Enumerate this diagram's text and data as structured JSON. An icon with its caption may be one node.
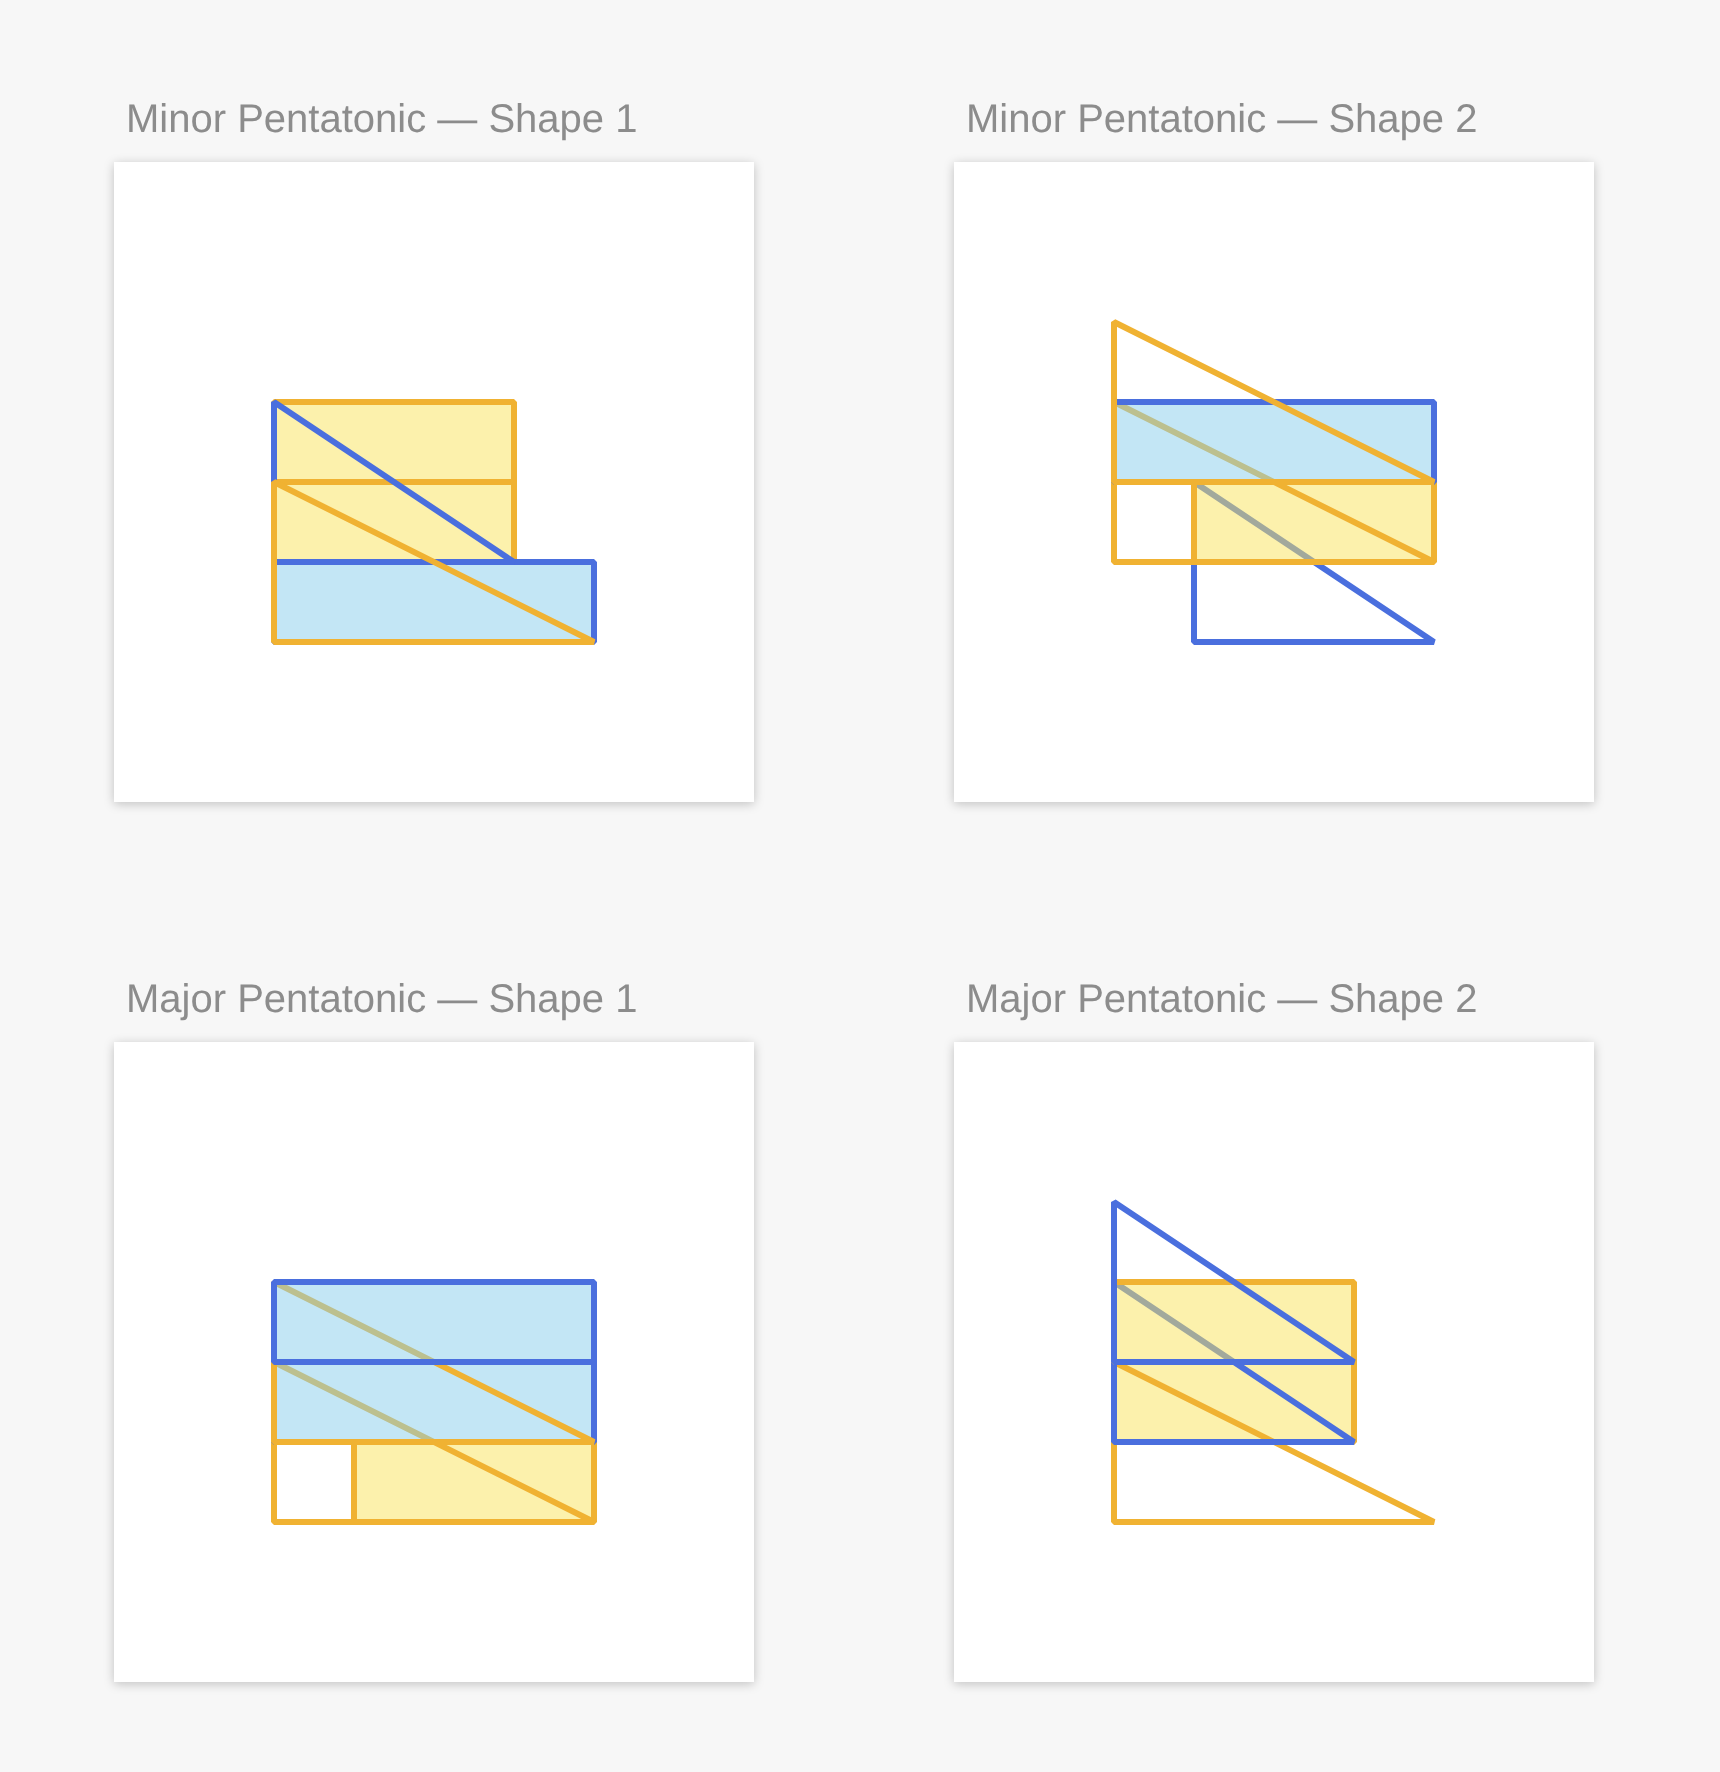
{
  "diagram": {
    "nodes": [
      {
        "text": [
          "Minor Pentatonic — Shape 1"
        ]
      },
      {
        "text": [
          "Minor Pentatonic — Shape 2"
        ]
      },
      {
        "text": [
          "Major Pentatonic — Shape 1"
        ]
      },
      {
        "text": [
          "Major Pentatonic — Shape 2"
        ]
      }
    ]
  }
}
